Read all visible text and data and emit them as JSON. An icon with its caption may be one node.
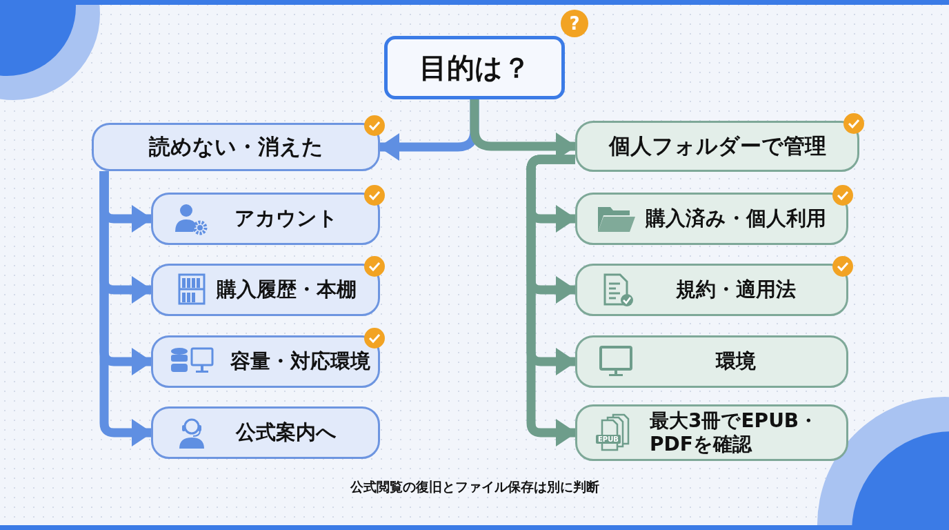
{
  "diagram": {
    "caption": "公式閲覧の復旧とファイル保存は別に判断",
    "nodes": [
      {
        "text": [
          "目的は？"
        ],
        "beside": [
          "?"
        ]
      },
      {
        "text": [
          "読めない・消えた"
        ]
      },
      {
        "text": [
          "アカウント"
        ]
      },
      {
        "text": [
          "購入履歴・本棚"
        ]
      },
      {
        "text": [
          "容量・対応環境"
        ]
      },
      {
        "text": [
          "公式案内へ"
        ]
      },
      {
        "text": [
          "個人フォルダーで管理"
        ]
      },
      {
        "text": [
          "購入済み・個人利用"
        ]
      },
      {
        "text": [
          "規約・適用法"
        ]
      },
      {
        "text": [
          "環境"
        ]
      },
      {
        "text": [
          "最大3冊でEPUB・PDFを確認"
        ]
      }
    ],
    "edges": [
      {
        "from": 0,
        "to": 1,
        "arrow": "to"
      },
      {
        "from": 0,
        "to": 6,
        "arrow": "to",
        "color": "#6e9d8b"
      },
      {
        "from": 1,
        "to": 2,
        "arrow": "to"
      },
      {
        "from": 1,
        "to": 3,
        "arrow": "to"
      },
      {
        "from": 1,
        "to": 4,
        "arrow": "to"
      },
      {
        "from": 1,
        "to": 5,
        "arrow": "to"
      },
      {
        "from": 6,
        "to": 7,
        "arrow": "to",
        "color": "#6e9d8b"
      },
      {
        "from": 6,
        "to": 8,
        "arrow": "to",
        "color": "#6e9d8b"
      },
      {
        "from": 6,
        "to": 9,
        "arrow": "to",
        "color": "#6e9d8b"
      },
      {
        "from": 6,
        "to": 10,
        "arrow": "to",
        "color": "#6e9d8b"
      }
    ],
    "labels": [
      "EPUB"
    ]
  }
}
